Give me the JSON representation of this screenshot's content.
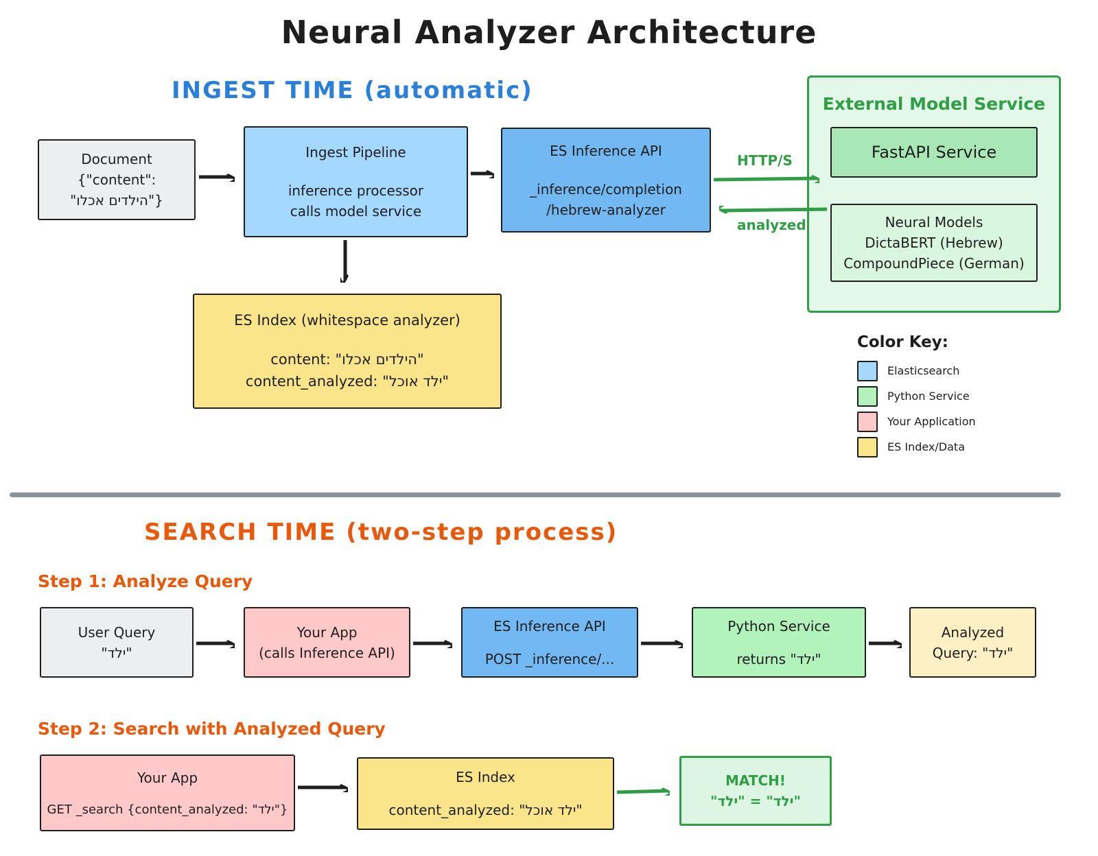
{
  "title": "Neural Analyzer Architecture",
  "ingest": {
    "heading": "INGEST TIME (automatic)",
    "document": {
      "lines": [
        "Document",
        "{\"content\":",
        "\"הילדים אכלו\"}"
      ]
    },
    "pipeline": {
      "lines": [
        "Ingest Pipeline",
        "inference processor",
        "calls model service"
      ]
    },
    "inference_api": {
      "lines": [
        "ES Inference API",
        "_inference/completion",
        "/hebrew-analyzer"
      ]
    },
    "arrow_http_label": "HTTP/S",
    "arrow_analyzed_label": "analyzed",
    "external_service": {
      "title": "External Model Service",
      "fastapi_label": "FastAPI Service",
      "models": {
        "lines": [
          "Neural Models",
          "DictaBERT (Hebrew)",
          "CompoundPiece (German)"
        ]
      }
    },
    "es_index": {
      "lines": [
        "ES Index (whitespace analyzer)",
        "content: \"הילדים אכלו\"",
        "content_analyzed: \"ילד אוכל\""
      ]
    }
  },
  "color_key": {
    "title": "Color Key:",
    "items": [
      {
        "label": "Elasticsearch",
        "color": "#a5d8ff"
      },
      {
        "label": "Python Service",
        "color": "#b2f2bb"
      },
      {
        "label": "Your Application",
        "color": "#ffc9c9"
      },
      {
        "label": "ES Index/Data",
        "color": "#fae58b"
      }
    ]
  },
  "search": {
    "heading": "SEARCH TIME (two-step process)",
    "step1": {
      "heading": "Step 1: Analyze Query",
      "user_query": {
        "lines": [
          "User Query",
          "\"ילד\""
        ]
      },
      "your_app": {
        "lines": [
          "Your App",
          "(calls Inference API)"
        ]
      },
      "inference_api": {
        "lines": [
          "ES Inference API",
          "POST _inference/..."
        ]
      },
      "python_service": {
        "lines": [
          "Python Service",
          "returns \"ילד\""
        ]
      },
      "analyzed_query": {
        "lines": [
          "Analyzed",
          "Query: \"ילד\""
        ]
      }
    },
    "step2": {
      "heading": "Step 2: Search with Analyzed Query",
      "your_app": {
        "lines": [
          "Your App",
          "GET _search {content_analyzed: \"ילד\"}"
        ]
      },
      "es_index": {
        "lines": [
          "ES Index",
          "content_analyzed: \"ילד אוכל\""
        ]
      },
      "match": {
        "lines": [
          "MATCH!",
          "\"ילד\" = \"ילד\""
        ]
      }
    }
  },
  "colors": {
    "elasticsearch_light": "#a5d8ff",
    "elasticsearch_mid": "#72b8f2",
    "python_green": "#b2f2bb",
    "fastapi_green": "#a9e8b6",
    "models_green": "#d9f6df",
    "container_green_bg": "#e4f8ea",
    "match_green_bg": "#ddf5e3",
    "green_stroke": "#2f9e44",
    "pink": "#ffc9c9",
    "yellow_mid": "#fae58b",
    "yellow_light": "#fdf0c4",
    "grey_box": "#eceef0"
  }
}
